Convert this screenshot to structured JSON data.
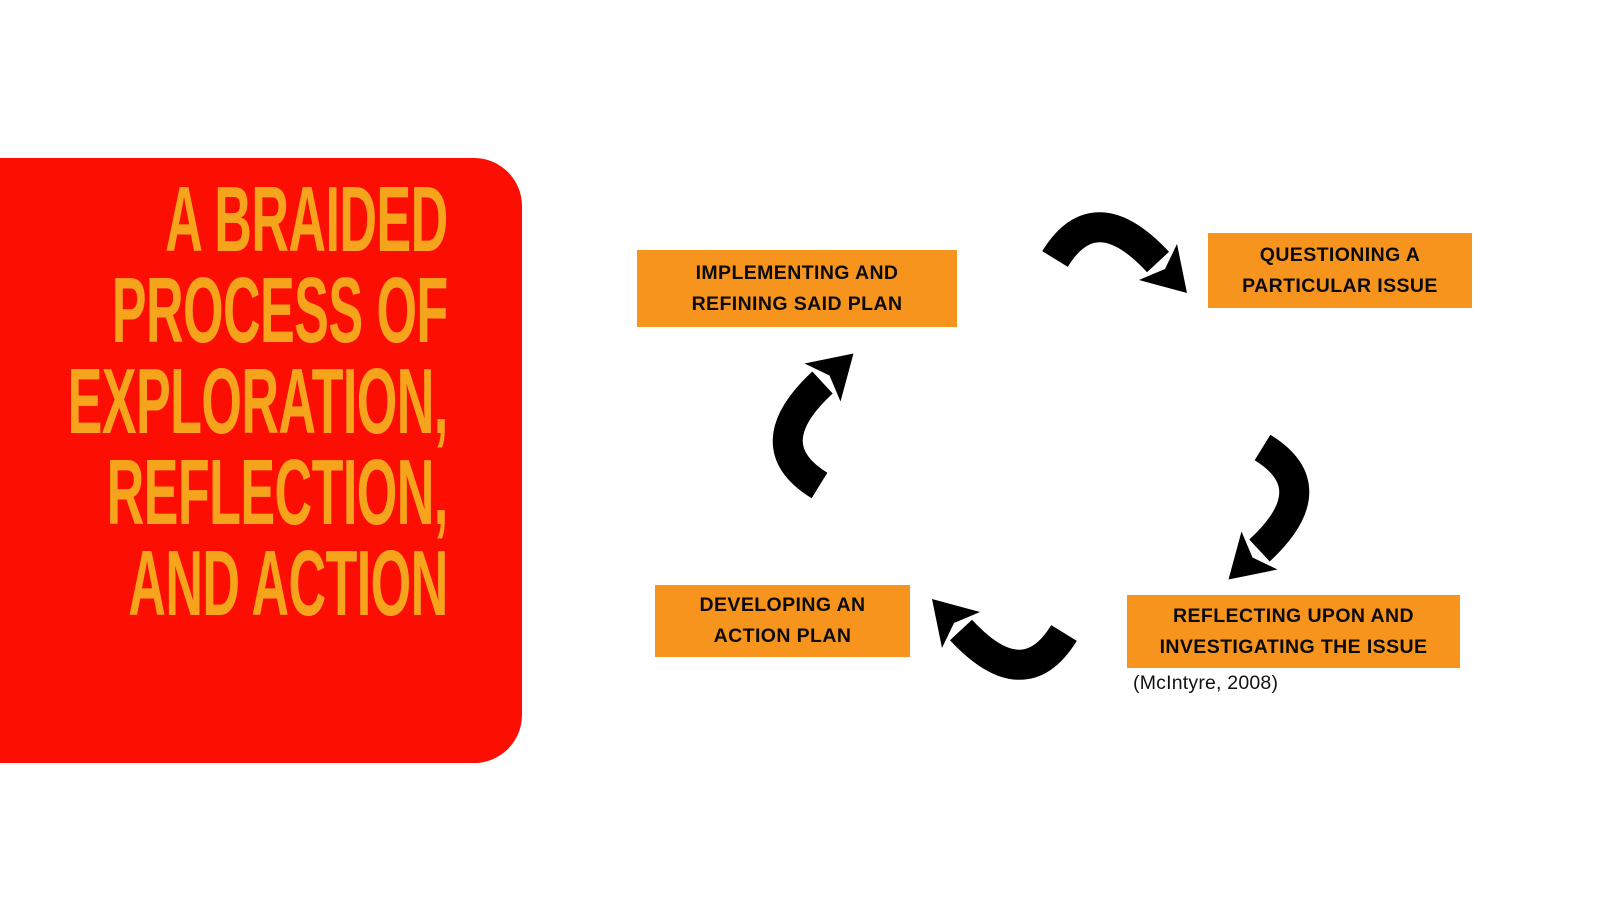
{
  "slide": {
    "background_color": "#FFFFFF",
    "panel": {
      "background_color": "#FC0E02",
      "text_color": "#F7A41D",
      "title_lines": [
        "A BRAIDED",
        "PROCESS OF",
        "EXPLORATION,",
        "REFLECTION,",
        "AND ACTION"
      ]
    },
    "cycle": {
      "box_color": "#F7941E",
      "box_text_color": "#0B0B0B",
      "arrow_color": "#000000",
      "direction": "clockwise",
      "steps": [
        {
          "id": "implementing",
          "position": "top-left",
          "lines": [
            "IMPLEMENTING AND",
            "REFINING SAID PLAN"
          ]
        },
        {
          "id": "questioning",
          "position": "top-right",
          "lines": [
            "QUESTIONING A",
            "PARTICULAR ISSUE"
          ]
        },
        {
          "id": "reflecting",
          "position": "bottom-right",
          "lines": [
            "REFLECTING UPON AND",
            "INVESTIGATING THE ISSUE"
          ]
        },
        {
          "id": "developing",
          "position": "bottom-left",
          "lines": [
            "DEVELOPING AN",
            "ACTION PLAN"
          ]
        }
      ]
    },
    "citation": "(McIntyre, 2008)"
  }
}
